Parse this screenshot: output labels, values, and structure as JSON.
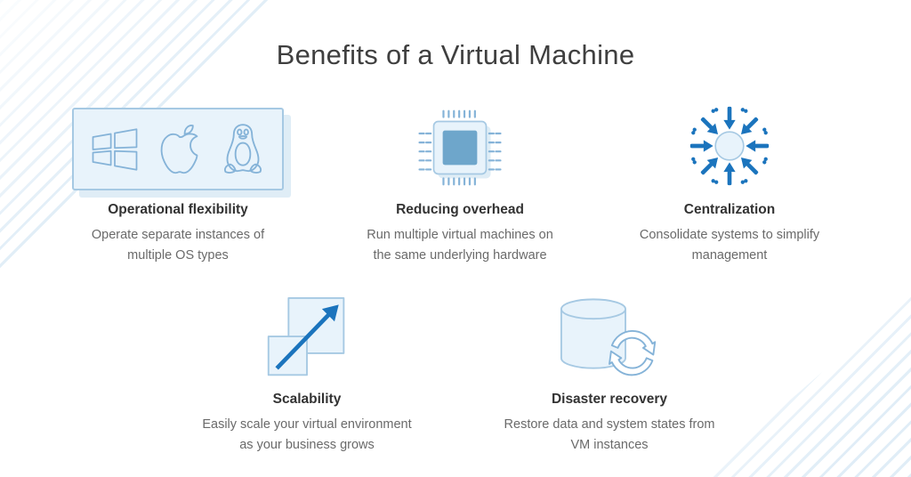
{
  "title": "Benefits of a Virtual Machine",
  "benefits": [
    {
      "heading": "Operational flexibility",
      "desc": [
        "Operate separate instances of",
        "multiple OS types"
      ],
      "icon_names": [
        "windows-icon",
        "apple-icon",
        "linux-tux-icon"
      ]
    },
    {
      "heading": "Reducing overhead",
      "desc": [
        "Run multiple virtual machines on",
        "the same underlying hardware"
      ],
      "icon_names": [
        "cpu-chip-icon"
      ]
    },
    {
      "heading": "Centralization",
      "desc": [
        "Consolidate systems to simplify",
        "management"
      ],
      "icon_names": [
        "centralization-arrows-icon"
      ]
    },
    {
      "heading": "Scalability",
      "desc": [
        "Easily scale your virtual environment",
        "as your business grows"
      ],
      "icon_names": [
        "scalability-arrow-icon"
      ]
    },
    {
      "heading": "Disaster recovery",
      "desc": [
        "Restore data and system states from",
        "VM instances"
      ],
      "icon_names": [
        "database-refresh-icon"
      ]
    }
  ],
  "colors": {
    "accent_blue": "#1b74bd",
    "icon_outline_blue": "#85b3d8",
    "panel_fill": "#e8f3fb",
    "panel_border": "#a6c9e3",
    "chip_inner_fill": "#6ea6cb",
    "title_text": "#3f3f3f",
    "heading_text": "#333333",
    "body_text": "#6a6a6a",
    "stripe_blue": "#d8e9f5"
  }
}
